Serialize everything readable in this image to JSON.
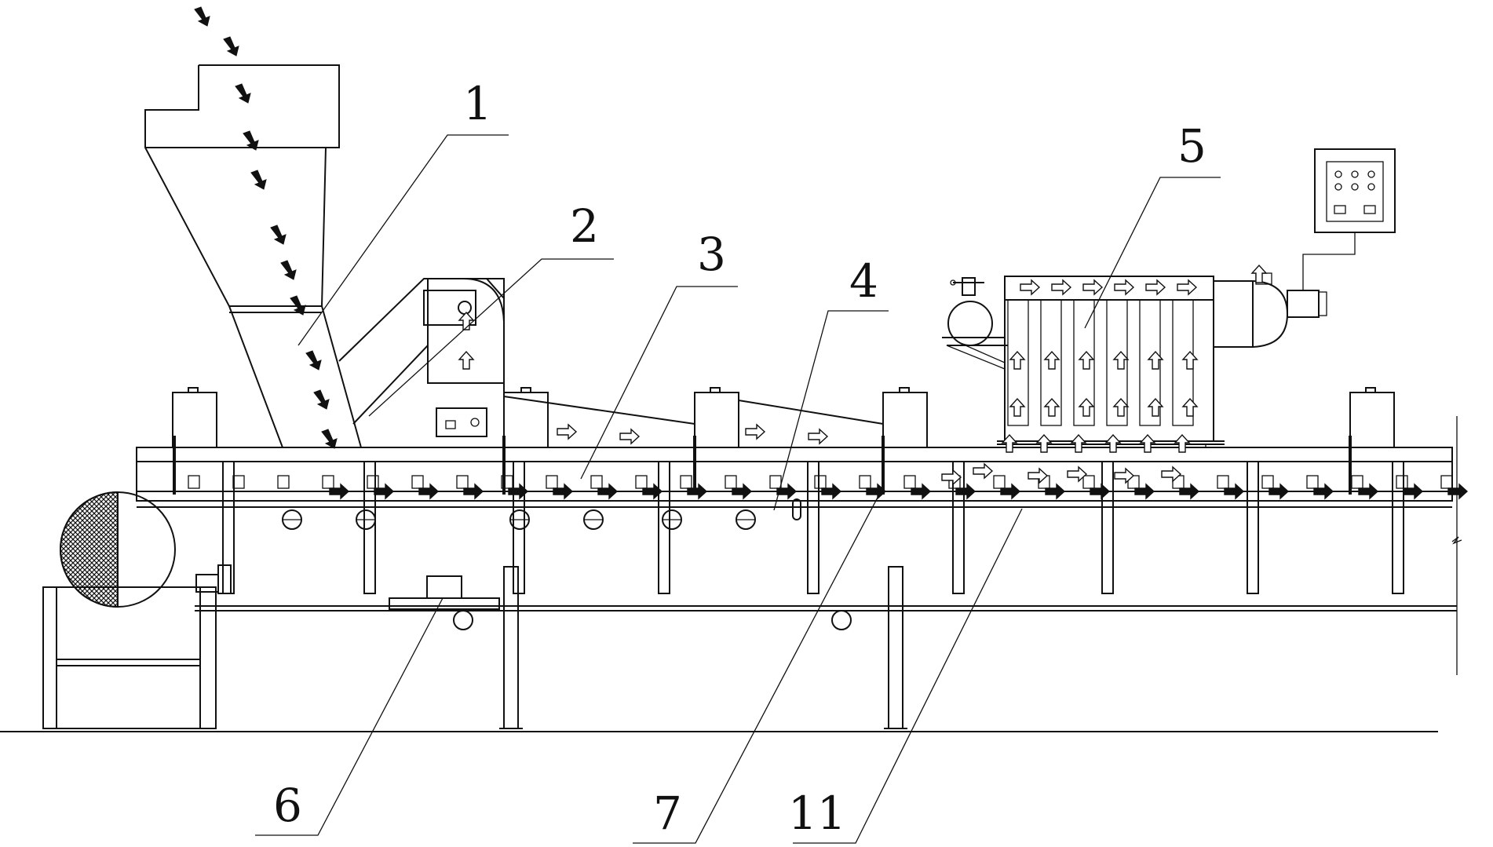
{
  "diagram": {
    "callouts": [
      {
        "id": "1",
        "label": "1"
      },
      {
        "id": "2",
        "label": "2"
      },
      {
        "id": "3",
        "label": "3"
      },
      {
        "id": "4",
        "label": "4"
      },
      {
        "id": "5",
        "label": "5"
      },
      {
        "id": "6",
        "label": "6"
      },
      {
        "id": "7",
        "label": "7"
      },
      {
        "id": "11",
        "label": "11"
      }
    ],
    "colors": {
      "line": "#111111",
      "background": "#ffffff"
    }
  }
}
